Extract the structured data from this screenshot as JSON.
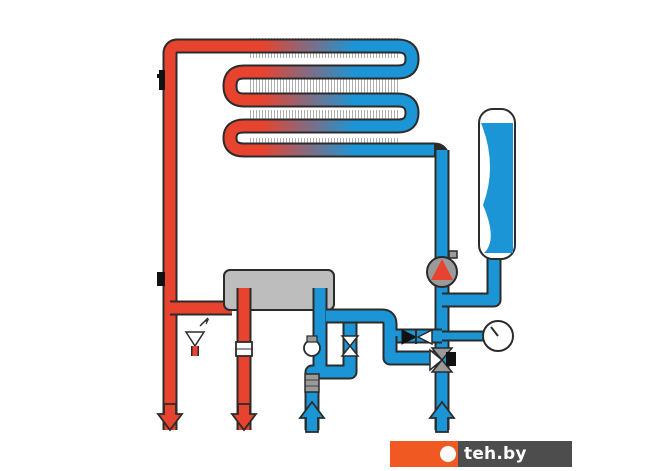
{
  "diagram": {
    "kind": "gas boiler hydraulic scheme",
    "colors": {
      "hot": "#e8432f",
      "cold": "#1b95d6",
      "outline": "#2b2b2b",
      "heat_exchanger": "#bdbdbd",
      "tank": "#1b95d6",
      "valve_fill": "#ffffff",
      "actuator": "#111111"
    },
    "icons": [
      "coil-heat-exchanger",
      "expansion-tank",
      "circulation-pump-icon",
      "pressure-gauge-icon",
      "plate-heat-exchanger",
      "safety-valve-icon",
      "three-way-valve-icon",
      "check-valve-icon",
      "filter-icon",
      "flow-sensor-icon",
      "temperature-sensor-icon",
      "outlet-arrow-icon",
      "inlet-arrow-icon"
    ]
  },
  "watermark": {
    "text": "teh.by",
    "brand_color": "#f05a22",
    "bg_color": "#4d4d4d"
  }
}
